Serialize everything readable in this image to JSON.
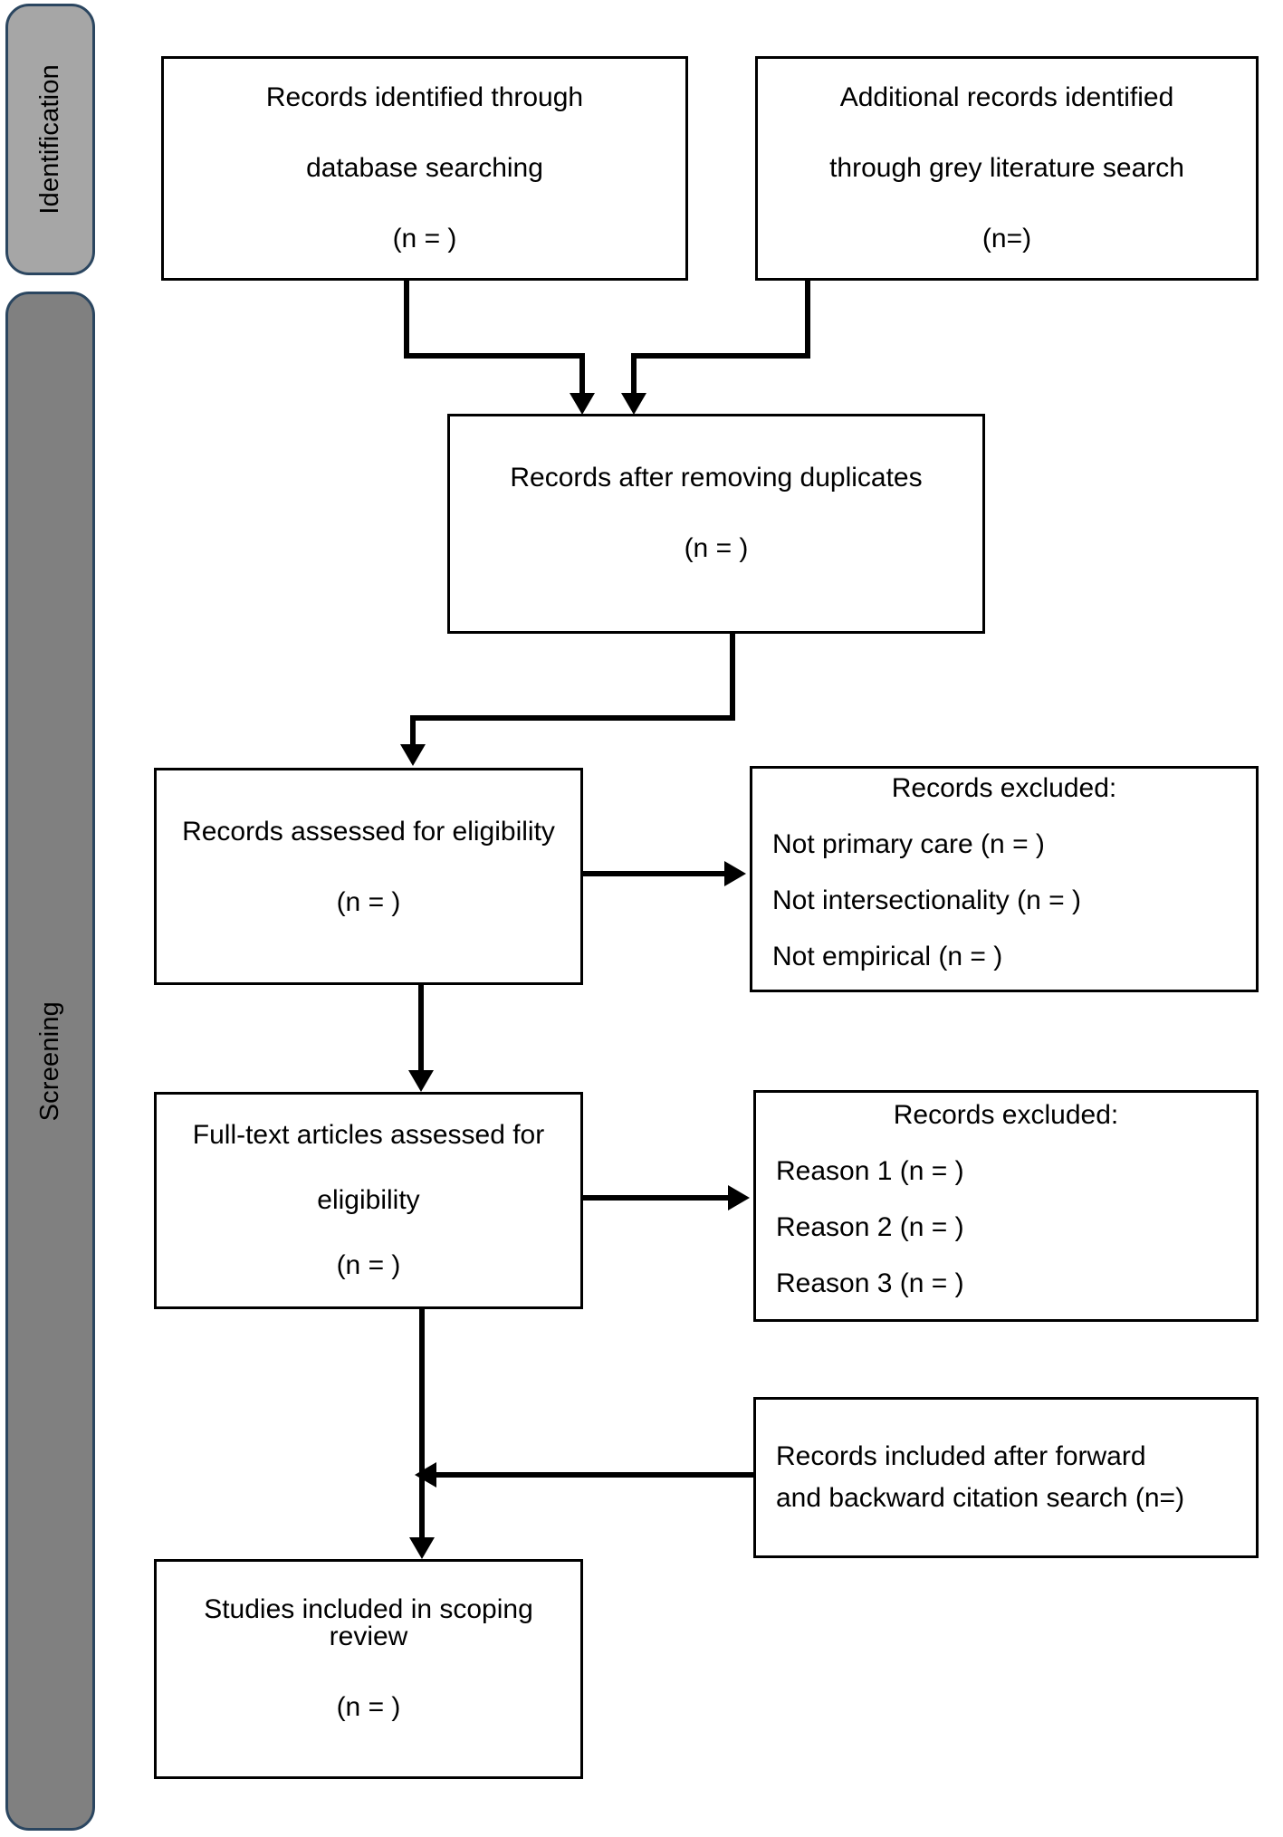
{
  "diagram": {
    "type": "prisma-flow-diagram",
    "title": "PRISMA scoping review flow diagram"
  },
  "phases": [
    {
      "id": "identification",
      "label": "Identification",
      "color": "#a6a6a6"
    },
    {
      "id": "screening",
      "label": "Screening",
      "color": "#808080"
    }
  ],
  "boxes": {
    "database_search": {
      "lines": [
        "Records identified through",
        "database searching",
        "(n = )"
      ]
    },
    "grey_literature": {
      "lines": [
        "Additional records identified",
        "through grey literature search",
        "(n=)"
      ]
    },
    "after_duplicates": {
      "lines": [
        "Records after removing duplicates",
        "(n = )"
      ]
    },
    "records_assessed": {
      "lines": [
        "Records assessed for eligibility",
        "(n = )"
      ]
    },
    "records_excluded_1": {
      "heading": "Records excluded:",
      "reasons": [
        "Not primary care (n = )",
        "Not intersectionality (n = )",
        "Not empirical (n = )"
      ]
    },
    "fulltext_assessed": {
      "lines": [
        "Full-text articles assessed for",
        "eligibility",
        "(n = )"
      ]
    },
    "records_excluded_2": {
      "heading": "Records excluded:",
      "reasons": [
        "Reason 1 (n = )",
        "Reason 2 (n = )",
        "Reason 3 (n = )"
      ]
    },
    "citation_search": {
      "lines": [
        "Records included after forward",
        "and backward citation search (n=)"
      ]
    },
    "studies_included": {
      "lines": [
        "Studies included in scoping review",
        "(n = )"
      ]
    }
  },
  "colors": {
    "band_border": "#2b4660",
    "band_identification": "#a6a6a6",
    "band_screening": "#808080",
    "box_border": "#000000",
    "box_fill": "#ffffff",
    "connector": "#000000"
  }
}
